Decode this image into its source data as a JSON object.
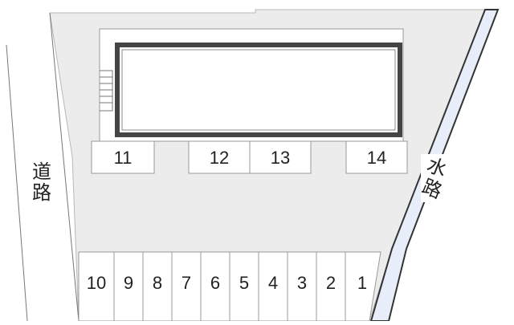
{
  "map": {
    "road_label": [
      "道",
      "路"
    ],
    "waterway_label": [
      "水",
      "路"
    ],
    "upper_spaces": [
      "11",
      "12",
      "13",
      "14"
    ],
    "lower_spaces": [
      "10",
      "9",
      "8",
      "7",
      "6",
      "5",
      "4",
      "3",
      "2",
      "1"
    ],
    "colors": {
      "lot": "#ececec",
      "building_outline": "#444444",
      "water": "#e8eef9",
      "line": "#555555"
    }
  }
}
